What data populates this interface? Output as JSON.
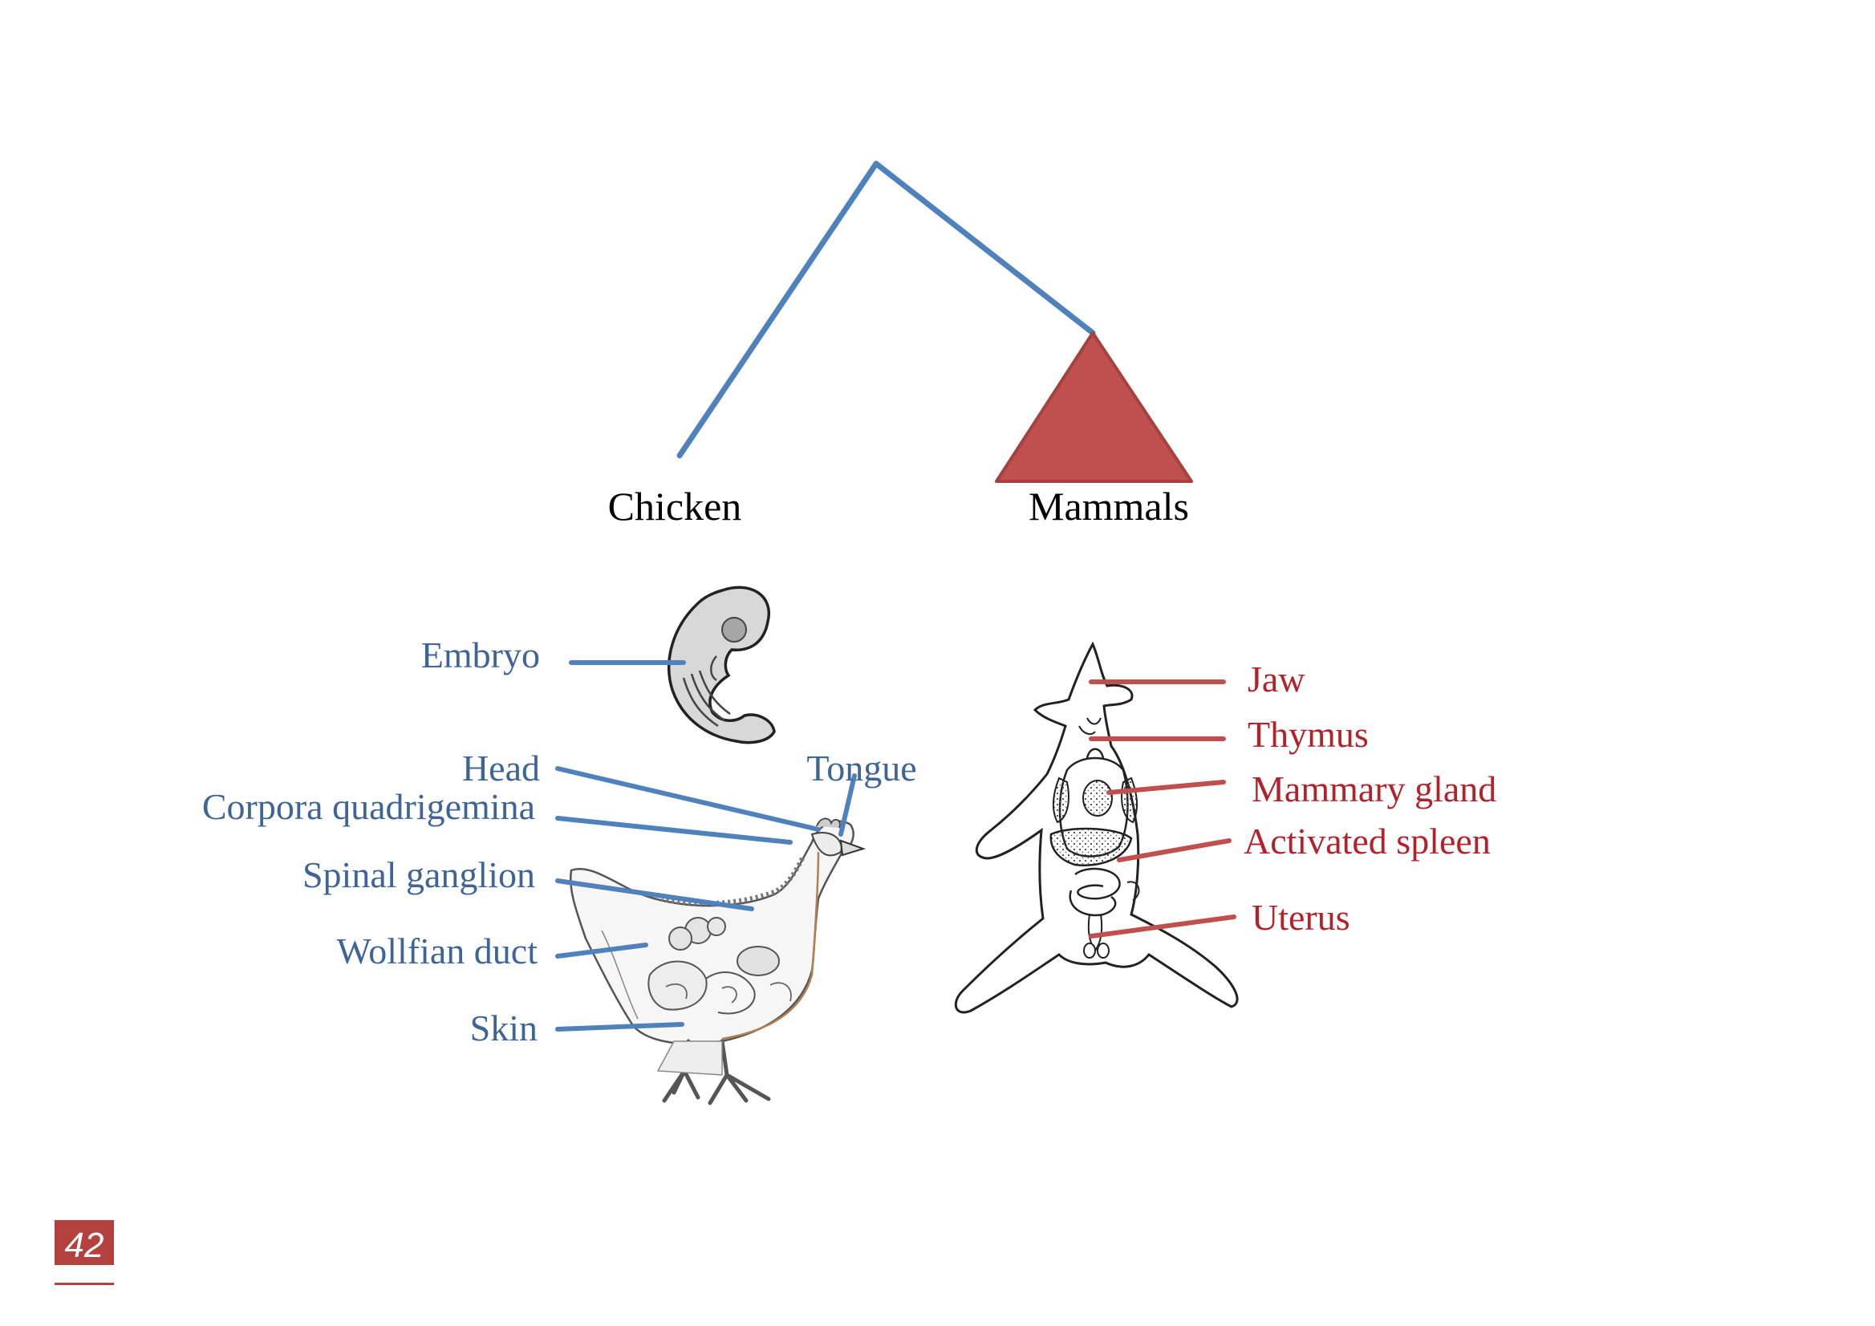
{
  "tree": {
    "taxa": [
      {
        "label": "Chicken"
      },
      {
        "label": "Mammals"
      }
    ],
    "colors": {
      "branch": "#4F81BD",
      "clade_fill": "#C0504D",
      "clade_edge": "#A5423F",
      "taxon_text": "#000000"
    }
  },
  "chicken": {
    "color": "#3F6598",
    "line_color": "#4F81BD",
    "labels": [
      {
        "text": "Embryo"
      },
      {
        "text": "Head"
      },
      {
        "text": "Tongue"
      },
      {
        "text": "Corpora quadrigemina"
      },
      {
        "text": "Spinal ganglion"
      },
      {
        "text": "Wollfian duct"
      },
      {
        "text": "Skin"
      }
    ]
  },
  "mammal": {
    "color": "#B3222A",
    "line_color": "#C0504D",
    "labels": [
      {
        "text": "Jaw"
      },
      {
        "text": "Thymus"
      },
      {
        "text": "Mammary gland"
      },
      {
        "text": "Activated spleen"
      },
      {
        "text": "Uterus"
      }
    ]
  },
  "page": {
    "number": "42",
    "badge_color": "#B3423E"
  }
}
